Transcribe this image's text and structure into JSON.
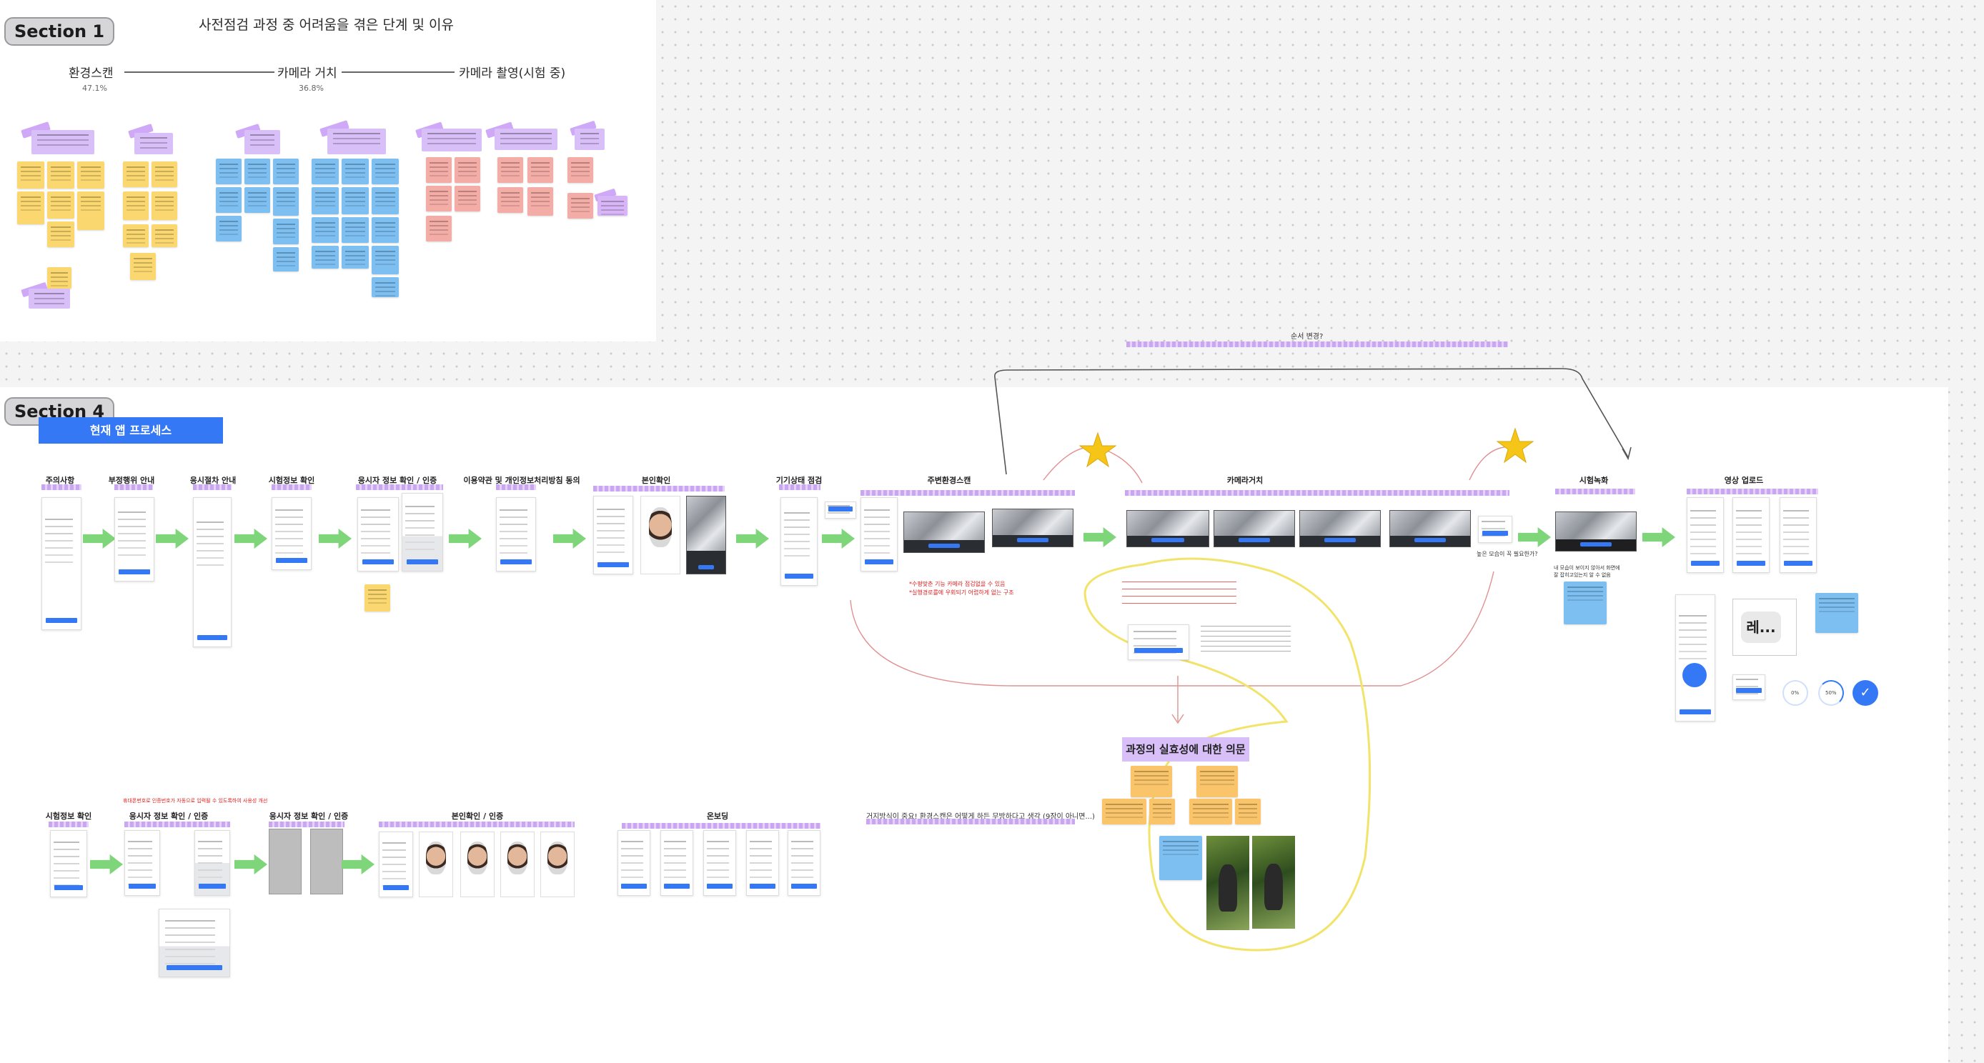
{
  "colors": {
    "accent": "#3478f6",
    "sticky_yellow": "#fbd770",
    "sticky_blue": "#7ebff2",
    "sticky_red": "#f3aca6",
    "sticky_purple": "#d7b5f6",
    "arrow_green": "#7fd67a",
    "annotation_yellow": "#f2e36a",
    "star": "#f5c518"
  },
  "section1": {
    "tag": "Section 1",
    "title": "사전점검 과정 중 어려움을 겪은 단계 및 이유",
    "stages": [
      {
        "name": "환경스캔",
        "percent": "47.1%"
      },
      {
        "name": "카메라 거치",
        "percent": "36.8%"
      },
      {
        "name": "카메라 촬영(시험 중)",
        "percent": ""
      }
    ]
  },
  "order_change": {
    "label": "순서 변경?"
  },
  "section4": {
    "tag": "Section 4",
    "banner": "현재 앱 프로세스",
    "row1_steps": [
      "주의사항",
      "부정행위 안내",
      "응시절차 안내",
      "시험정보 확인",
      "응시자 정보 확인 / 인증",
      "이용약관 및 개인정보처리방침 동의",
      "본인확인",
      "기기상태 점검",
      "주변환경스캔",
      "카메라거치",
      "시험녹화",
      "영상 업로드"
    ],
    "row2_steps": [
      "시험정보 확인",
      "응시자 정보 확인 / 인증",
      "응시자 정보 확인 / 인증",
      "본인확인 / 인증",
      "온보딩"
    ],
    "row2_red_note": "휴대폰번호로 인증번호가 자동으로 입력될 수 있도록하여 사용성 개선",
    "notes": {
      "red_note_1": "*수평맞춘 기능 카메라 점검없을 수 있음",
      "red_note_2": "*실행경로를에 우회되기 어렵하게 없는 구조",
      "yellow_note": "높은 모습이 꼭 필요한가?",
      "blue_note": "내 모습이 보이지 않아서 화면에 잘 잡히고있는지 알 수 없음",
      "skeptic_title": "과정의 실효성에 대한 의문",
      "fake_question": "거지방식이 중요! 환경스캔은 어떻게 하든 무방하다고 생각 (9장이 아니면...)",
      "recording_btn": "레..."
    },
    "upload_progress": [
      "0%",
      "50%"
    ],
    "done_icon": "check-icon"
  }
}
